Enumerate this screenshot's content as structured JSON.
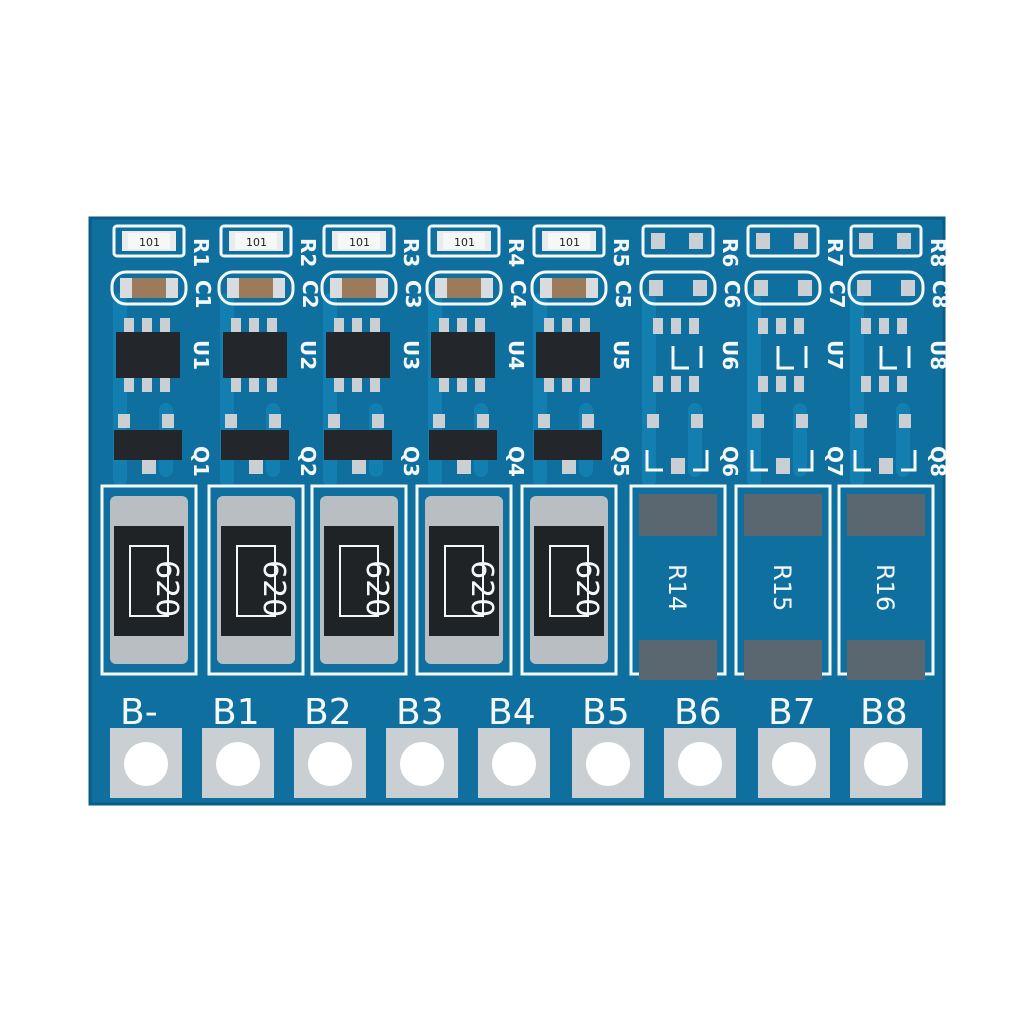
{
  "board": {
    "colors": {
      "background": "#ffffff",
      "pcb": "#0f6f9e",
      "pcb_dark": "#0b5c84",
      "trace": "#137fb0",
      "silkscreen": "#f4f8fb",
      "pad_silver": "#c9cfd3",
      "pad_dark": "#5a6770",
      "ic_body": "#23272b",
      "resistor_body": "#1f2326",
      "cap_body": "#9c7a5c"
    },
    "small_resistors": [
      {
        "ref": "R1",
        "marking": "101",
        "populated": true
      },
      {
        "ref": "R2",
        "marking": "101",
        "populated": true
      },
      {
        "ref": "R3",
        "marking": "101",
        "populated": true
      },
      {
        "ref": "R4",
        "marking": "101",
        "populated": true
      },
      {
        "ref": "R5",
        "marking": "101",
        "populated": true
      },
      {
        "ref": "R6",
        "marking": "",
        "populated": false
      },
      {
        "ref": "R7",
        "marking": "",
        "populated": false
      },
      {
        "ref": "R8",
        "marking": "",
        "populated": false
      }
    ],
    "capacitors": [
      {
        "ref": "C1",
        "populated": true
      },
      {
        "ref": "C2",
        "populated": true
      },
      {
        "ref": "C3",
        "populated": true
      },
      {
        "ref": "C4",
        "populated": true
      },
      {
        "ref": "C5",
        "populated": true
      },
      {
        "ref": "C6",
        "populated": false
      },
      {
        "ref": "C7",
        "populated": false
      },
      {
        "ref": "C8",
        "populated": false
      }
    ],
    "ics": [
      {
        "ref": "U1",
        "populated": true
      },
      {
        "ref": "U2",
        "populated": true
      },
      {
        "ref": "U3",
        "populated": true
      },
      {
        "ref": "U4",
        "populated": true
      },
      {
        "ref": "U5",
        "populated": true
      },
      {
        "ref": "U6",
        "populated": false
      },
      {
        "ref": "U7",
        "populated": false
      },
      {
        "ref": "U8",
        "populated": false
      }
    ],
    "transistors": [
      {
        "ref": "Q1",
        "populated": true
      },
      {
        "ref": "Q2",
        "populated": true
      },
      {
        "ref": "Q3",
        "populated": true
      },
      {
        "ref": "Q4",
        "populated": true
      },
      {
        "ref": "Q5",
        "populated": true
      },
      {
        "ref": "Q6",
        "populated": false
      },
      {
        "ref": "Q7",
        "populated": false
      },
      {
        "ref": "Q8",
        "populated": false
      }
    ],
    "shunt_resistors": [
      {
        "marking": "620",
        "populated": true
      },
      {
        "marking": "620",
        "populated": true
      },
      {
        "marking": "620",
        "populated": true
      },
      {
        "marking": "620",
        "populated": true
      },
      {
        "marking": "620",
        "populated": true
      },
      {
        "ref": "R14",
        "populated": false
      },
      {
        "ref": "R15",
        "populated": false
      },
      {
        "ref": "R16",
        "populated": false
      }
    ],
    "terminals": [
      "B-",
      "B1",
      "B2",
      "B3",
      "B4",
      "B5",
      "B6",
      "B7",
      "B8"
    ]
  }
}
